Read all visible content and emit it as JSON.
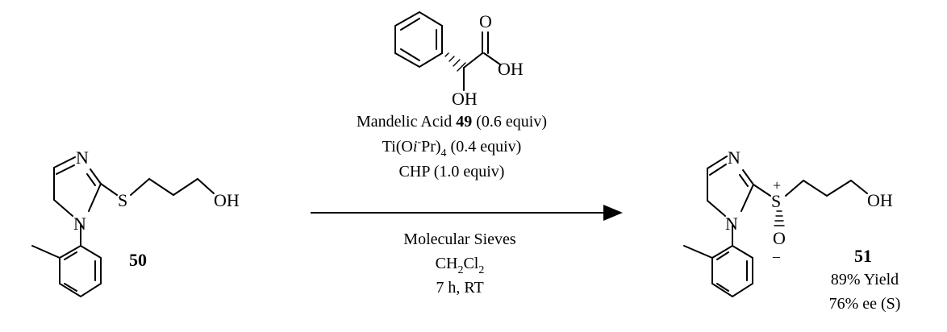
{
  "reagent": {
    "name": "Mandelic Acid",
    "compound_number": "49",
    "equiv": "(0.6 equiv)",
    "atoms": {
      "carbonyl_O": "O",
      "acid_OH": "OH",
      "alpha_OH": "OH"
    }
  },
  "conditions": {
    "titanium": {
      "prefix": "Ti(O",
      "italic_i": "i",
      "minus": "-",
      "suffix": "Pr)",
      "sub": "4",
      "equiv": "(0.4 equiv)"
    },
    "oxidant": "CHP (1.0 equiv)",
    "below": {
      "additive": "Molecular Sieves",
      "solvent": {
        "ch": "CH",
        "sub2a": "2",
        "cl": "Cl",
        "sub2b": "2"
      },
      "time_temp": "7 h, RT"
    }
  },
  "starting_material": {
    "number": "50",
    "atoms": {
      "N_top": "N",
      "N_ring": "N",
      "S": "S",
      "OH": "OH"
    }
  },
  "product": {
    "number": "51",
    "yield": "89% Yield",
    "ee": "76% ee (S)",
    "atoms": {
      "N_top": "N",
      "N_ring": "N",
      "S": "S",
      "plus": "+",
      "O": "O",
      "minus": "–",
      "OH": "OH"
    }
  }
}
